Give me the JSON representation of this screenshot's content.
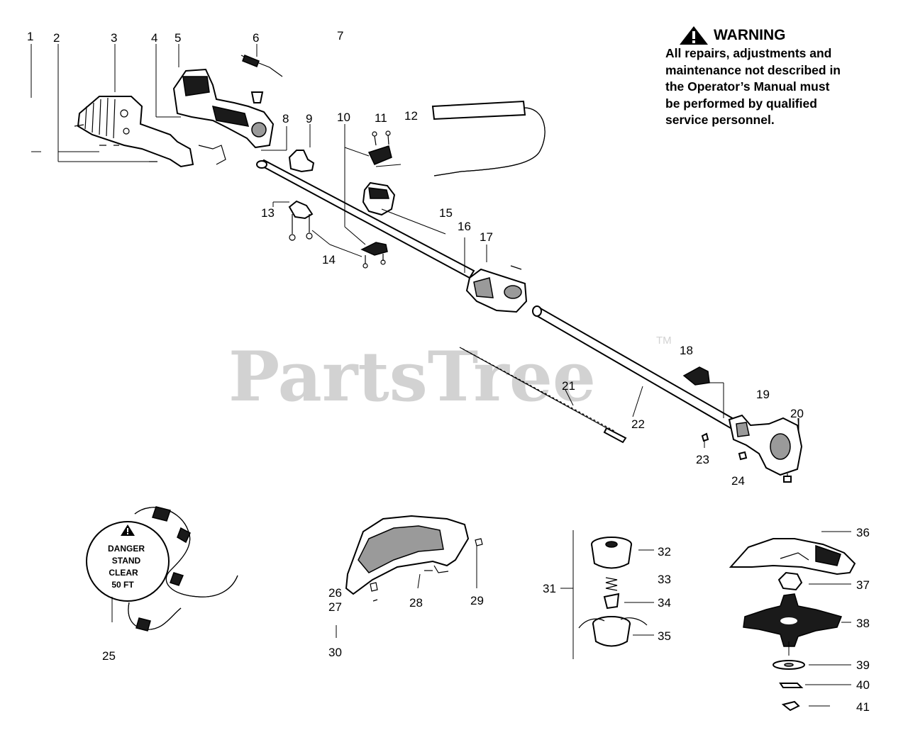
{
  "warning": {
    "title": "WARNING",
    "lines": [
      "All repairs, adjustments and",
      "maintenance not described in",
      "the Operator’s Manual must",
      "be performed by qualified",
      "service personnel."
    ]
  },
  "decal": {
    "lines": [
      "DANGER",
      "STAND",
      "CLEAR",
      "50 FT"
    ]
  },
  "watermark": {
    "text": "PartsTree",
    "tm": "TM"
  },
  "callouts": {
    "c1": "1",
    "c2": "2",
    "c3": "3",
    "c4": "4",
    "c5": "5",
    "c6": "6",
    "c7": "7",
    "c8": "8",
    "c9": "9",
    "c10": "10",
    "c11": "11",
    "c12": "12",
    "c13": "13",
    "c14": "14",
    "c15": "15",
    "c16": "16",
    "c17": "17",
    "c18": "18",
    "c19": "19",
    "c20": "20",
    "c21": "21",
    "c22": "22",
    "c23": "23",
    "c24": "24",
    "c25": "25",
    "c26": "26",
    "c27": "27",
    "c28": "28",
    "c29": "29",
    "c30": "30",
    "c31": "31",
    "c32": "32",
    "c33": "33",
    "c34": "34",
    "c35": "35",
    "c36": "36",
    "c37": "37",
    "c38": "38",
    "c39": "39",
    "c40": "40",
    "c41": "41"
  },
  "icons": {
    "warning": "warning-triangle-icon"
  }
}
